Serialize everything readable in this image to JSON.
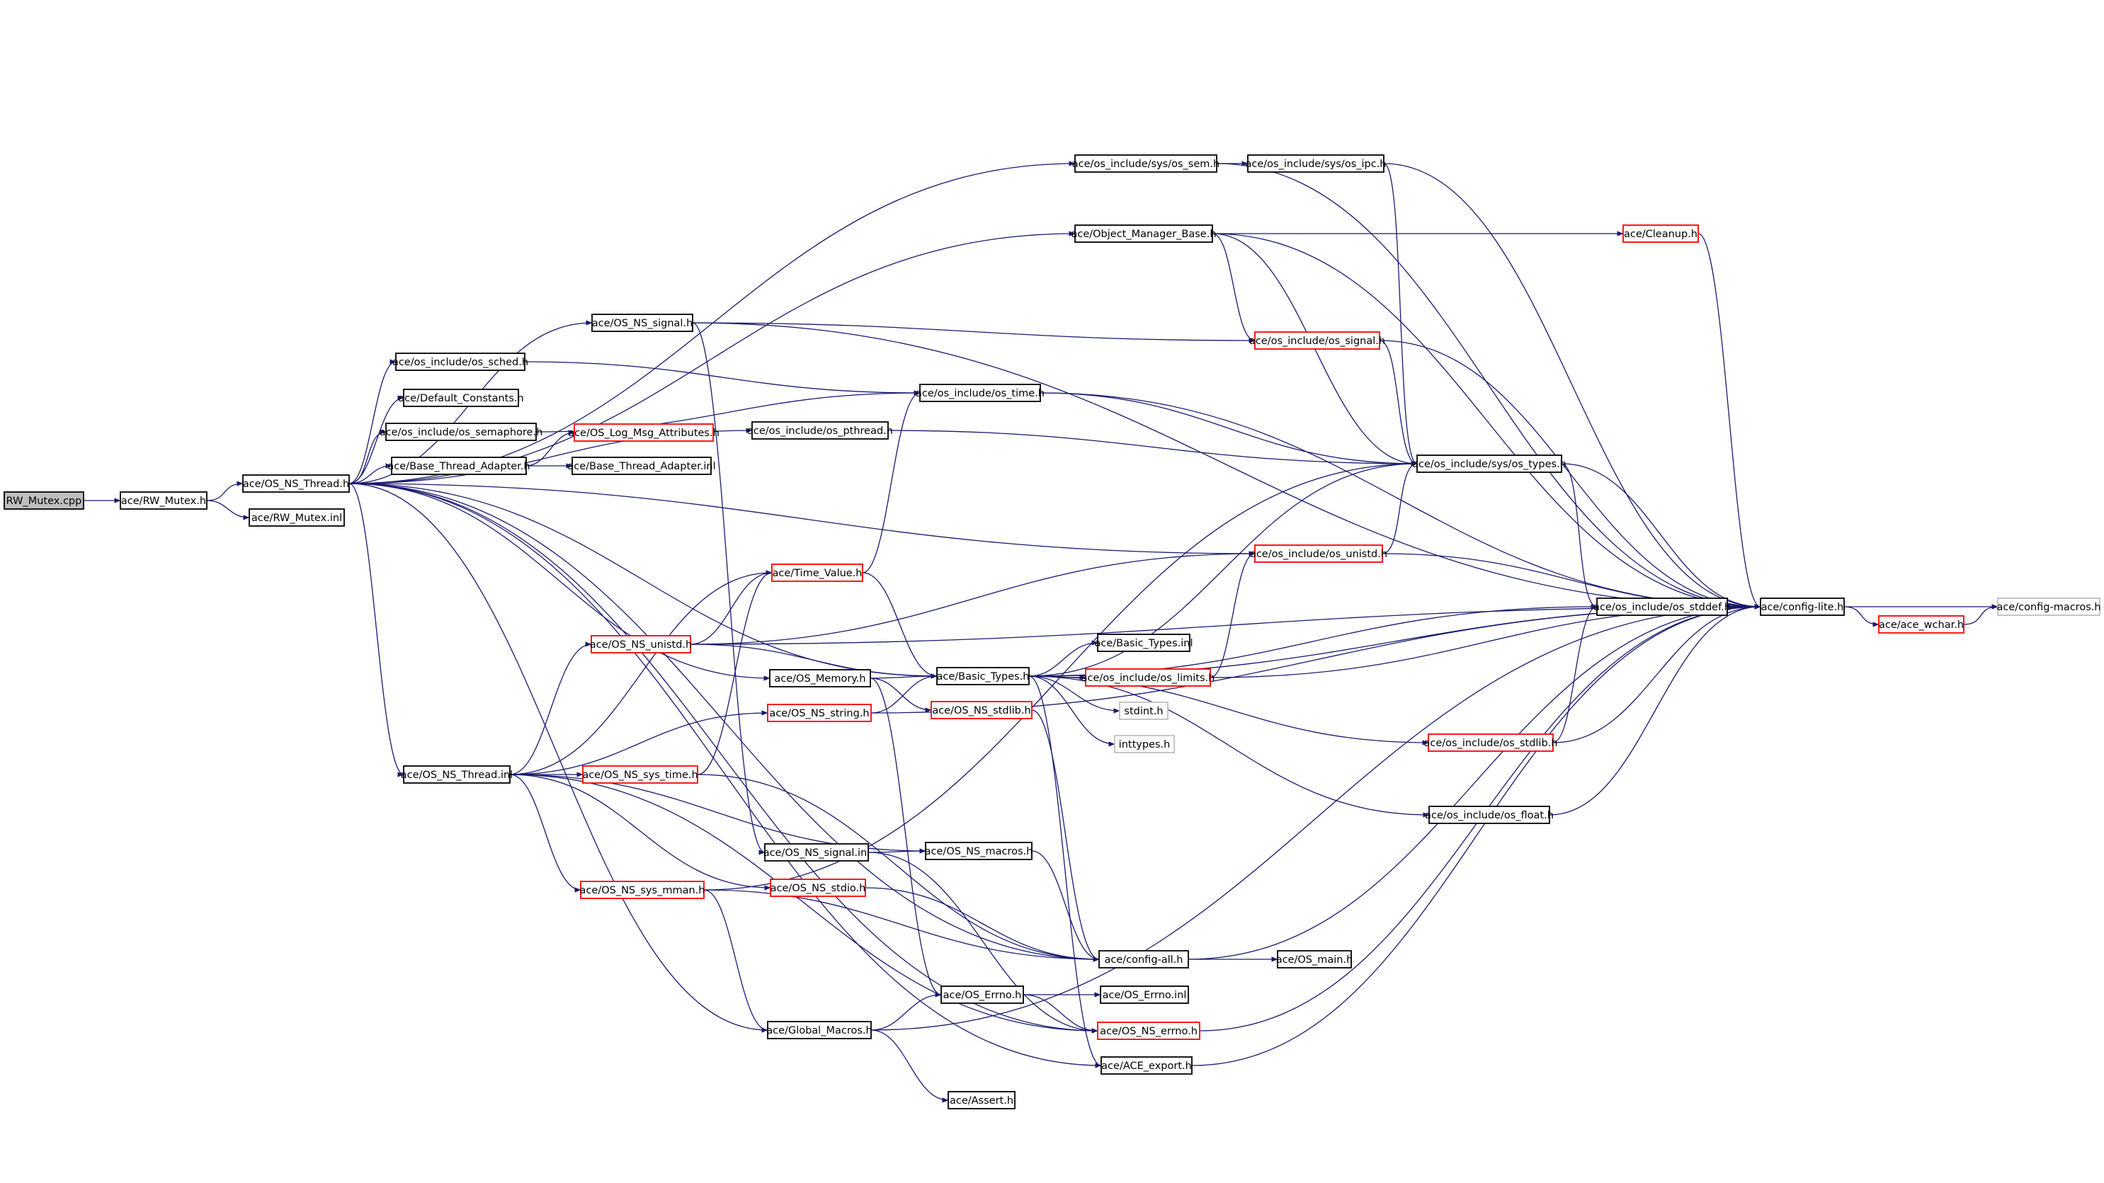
{
  "diagram": {
    "title": "",
    "colors": {
      "edge": "#191970",
      "root_fill": "#bfbfbf",
      "node_border": "#000000",
      "truncated_border": "#ff0000",
      "external_border": "#bfbfbf",
      "background": "#ffffff"
    },
    "nodes": [
      {
        "id": "rw_mutex_cpp",
        "label": "RW_Mutex.cpp",
        "kind": "root"
      },
      {
        "id": "rw_mutex_h",
        "label": "ace/RW_Mutex.h",
        "kind": "normal"
      },
      {
        "id": "os_ns_thread_h",
        "label": "ace/OS_NS_Thread.h",
        "kind": "normal"
      },
      {
        "id": "rw_mutex_inl",
        "label": "ace/RW_Mutex.inl",
        "kind": "normal"
      },
      {
        "id": "os_sched_h",
        "label": "ace/os_include/os_sched.h",
        "kind": "normal"
      },
      {
        "id": "default_constants_h",
        "label": "ace/Default_Constants.h",
        "kind": "normal"
      },
      {
        "id": "os_semaphore_h",
        "label": "ace/os_include/os_semaphore.h",
        "kind": "normal"
      },
      {
        "id": "base_thread_adapter_h",
        "label": "ace/Base_Thread_Adapter.h",
        "kind": "normal"
      },
      {
        "id": "os_log_msg_attributes_h",
        "label": "ace/OS_Log_Msg_Attributes.h",
        "kind": "truncated"
      },
      {
        "id": "base_thread_adapter_inl",
        "label": "ace/Base_Thread_Adapter.inl",
        "kind": "normal"
      },
      {
        "id": "os_ns_signal_h",
        "label": "ace/OS_NS_signal.h",
        "kind": "normal"
      },
      {
        "id": "os_pthread_h",
        "label": "ace/os_include/os_pthread.h",
        "kind": "normal"
      },
      {
        "id": "os_sem_h",
        "label": "ace/os_include/sys/os_sem.h",
        "kind": "normal"
      },
      {
        "id": "os_ipc_h",
        "label": "ace/os_include/sys/os_ipc.h",
        "kind": "normal"
      },
      {
        "id": "object_manager_base_h",
        "label": "ace/Object_Manager_Base.h",
        "kind": "normal"
      },
      {
        "id": "cleanup_h",
        "label": "ace/Cleanup.h",
        "kind": "truncated"
      },
      {
        "id": "os_signal_h",
        "label": "ace/os_include/os_signal.h",
        "kind": "truncated"
      },
      {
        "id": "os_time_h",
        "label": "ace/os_include/os_time.h",
        "kind": "normal"
      },
      {
        "id": "os_types_h",
        "label": "ace/os_include/sys/os_types.h",
        "kind": "normal"
      },
      {
        "id": "os_unistd_h",
        "label": "ace/os_include/os_unistd.h",
        "kind": "truncated"
      },
      {
        "id": "time_value_h",
        "label": "ace/Time_Value.h",
        "kind": "truncated"
      },
      {
        "id": "os_ns_unistd_h",
        "label": "ace/OS_NS_unistd.h",
        "kind": "truncated"
      },
      {
        "id": "os_memory_h",
        "label": "ace/OS_Memory.h",
        "kind": "normal"
      },
      {
        "id": "basic_types_h",
        "label": "ace/Basic_Types.h",
        "kind": "normal"
      },
      {
        "id": "basic_types_inl",
        "label": "ace/Basic_Types.inl",
        "kind": "normal"
      },
      {
        "id": "os_limits_h",
        "label": "ace/os_include/os_limits.h",
        "kind": "truncated"
      },
      {
        "id": "os_ns_stdlib_h",
        "label": "ace/OS_NS_stdlib.h",
        "kind": "truncated"
      },
      {
        "id": "stdint_h",
        "label": "stdint.h",
        "kind": "external"
      },
      {
        "id": "inttypes_h",
        "label": "inttypes.h",
        "kind": "external"
      },
      {
        "id": "os_ns_string_h",
        "label": "ace/OS_NS_string.h",
        "kind": "truncated"
      },
      {
        "id": "os_stddef_h",
        "label": "ace/os_include/os_stddef.h",
        "kind": "normal"
      },
      {
        "id": "config_lite_h",
        "label": "ace/config-lite.h",
        "kind": "normal"
      },
      {
        "id": "ace_wchar_h",
        "label": "ace/ace_wchar.h",
        "kind": "truncated"
      },
      {
        "id": "config_macros_h",
        "label": "ace/config-macros.h",
        "kind": "external"
      },
      {
        "id": "os_stdlib_h",
        "label": "ace/os_include/os_stdlib.h",
        "kind": "truncated"
      },
      {
        "id": "os_float_h",
        "label": "ace/os_include/os_float.h",
        "kind": "normal"
      },
      {
        "id": "os_ns_thread_inl",
        "label": "ace/OS_NS_Thread.inl",
        "kind": "normal"
      },
      {
        "id": "os_ns_sys_time_h",
        "label": "ace/OS_NS_sys_time.h",
        "kind": "truncated"
      },
      {
        "id": "os_ns_signal_inl",
        "label": "ace/OS_NS_signal.inl",
        "kind": "normal"
      },
      {
        "id": "os_ns_macros_h",
        "label": "ace/OS_NS_macros.h",
        "kind": "normal"
      },
      {
        "id": "os_ns_stdio_h",
        "label": "ace/OS_NS_stdio.h",
        "kind": "truncated"
      },
      {
        "id": "os_ns_sys_mman_h",
        "label": "ace/OS_NS_sys_mman.h",
        "kind": "truncated"
      },
      {
        "id": "config_all_h",
        "label": "ace/config-all.h",
        "kind": "normal"
      },
      {
        "id": "os_main_h",
        "label": "ace/OS_main.h",
        "kind": "normal"
      },
      {
        "id": "os_errno_h",
        "label": "ace/OS_Errno.h",
        "kind": "normal"
      },
      {
        "id": "os_errno_inl",
        "label": "ace/OS_Errno.inl",
        "kind": "normal"
      },
      {
        "id": "os_ns_errno_h",
        "label": "ace/OS_NS_errno.h",
        "kind": "truncated"
      },
      {
        "id": "global_macros_h",
        "label": "ace/Global_Macros.h",
        "kind": "normal"
      },
      {
        "id": "ace_export_h",
        "label": "ace/ACE_export.h",
        "kind": "normal"
      },
      {
        "id": "assert_h",
        "label": "ace/Assert.h",
        "kind": "normal"
      }
    ],
    "edges": [
      [
        "rw_mutex_cpp",
        "rw_mutex_h"
      ],
      [
        "rw_mutex_h",
        "os_ns_thread_h"
      ],
      [
        "rw_mutex_h",
        "rw_mutex_inl"
      ],
      [
        "os_ns_thread_h",
        "os_sem_h"
      ],
      [
        "os_ns_thread_h",
        "object_manager_base_h"
      ],
      [
        "os_ns_thread_h",
        "os_ns_signal_h"
      ],
      [
        "os_ns_thread_h",
        "os_sched_h"
      ],
      [
        "os_ns_thread_h",
        "default_constants_h"
      ],
      [
        "os_ns_thread_h",
        "os_semaphore_h"
      ],
      [
        "os_ns_thread_h",
        "base_thread_adapter_h"
      ],
      [
        "os_ns_thread_h",
        "os_pthread_h"
      ],
      [
        "os_ns_thread_h",
        "os_unistd_h"
      ],
      [
        "os_ns_thread_h",
        "basic_types_h"
      ],
      [
        "os_ns_thread_h",
        "os_memory_h"
      ],
      [
        "os_ns_thread_h",
        "os_ns_thread_inl"
      ],
      [
        "os_ns_thread_h",
        "config_all_h"
      ],
      [
        "os_ns_thread_h",
        "global_macros_h"
      ],
      [
        "os_ns_thread_h",
        "ace_export_h"
      ],
      [
        "os_ns_thread_h",
        "os_ns_errno_h"
      ],
      [
        "base_thread_adapter_h",
        "os_log_msg_attributes_h"
      ],
      [
        "base_thread_adapter_h",
        "base_thread_adapter_inl"
      ],
      [
        "os_sem_h",
        "os_ipc_h"
      ],
      [
        "os_sem_h",
        "config_lite_h"
      ],
      [
        "os_ipc_h",
        "os_types_h"
      ],
      [
        "os_ipc_h",
        "config_lite_h"
      ],
      [
        "object_manager_base_h",
        "cleanup_h"
      ],
      [
        "object_manager_base_h",
        "os_signal_h"
      ],
      [
        "object_manager_base_h",
        "os_types_h"
      ],
      [
        "object_manager_base_h",
        "config_lite_h"
      ],
      [
        "cleanup_h",
        "config_lite_h"
      ],
      [
        "os_ns_signal_h",
        "os_signal_h"
      ],
      [
        "os_ns_signal_h",
        "config_lite_h"
      ],
      [
        "os_ns_signal_h",
        "os_ns_signal_inl"
      ],
      [
        "os_signal_h",
        "os_types_h"
      ],
      [
        "os_signal_h",
        "config_lite_h"
      ],
      [
        "os_sched_h",
        "os_time_h"
      ],
      [
        "os_semaphore_h",
        "os_time_h"
      ],
      [
        "os_time_h",
        "os_types_h"
      ],
      [
        "os_time_h",
        "config_lite_h"
      ],
      [
        "os_pthread_h",
        "os_types_h"
      ],
      [
        "os_types_h",
        "os_stddef_h"
      ],
      [
        "os_types_h",
        "config_lite_h"
      ],
      [
        "os_unistd_h",
        "os_types_h"
      ],
      [
        "os_unistd_h",
        "config_lite_h"
      ],
      [
        "os_stddef_h",
        "config_lite_h"
      ],
      [
        "config_lite_h",
        "ace_wchar_h"
      ],
      [
        "config_lite_h",
        "config_macros_h"
      ],
      [
        "ace_wchar_h",
        "config_macros_h"
      ],
      [
        "time_value_h",
        "os_time_h"
      ],
      [
        "time_value_h",
        "basic_types_h"
      ],
      [
        "os_ns_unistd_h",
        "time_value_h"
      ],
      [
        "os_ns_unistd_h",
        "basic_types_h"
      ],
      [
        "os_ns_unistd_h",
        "os_unistd_h"
      ],
      [
        "os_ns_unistd_h",
        "config_lite_h"
      ],
      [
        "os_memory_h",
        "basic_types_h"
      ],
      [
        "os_memory_h",
        "os_ns_stdlib_h"
      ],
      [
        "os_memory_h",
        "os_errno_h"
      ],
      [
        "basic_types_h",
        "basic_types_inl"
      ],
      [
        "basic_types_h",
        "os_limits_h"
      ],
      [
        "basic_types_h",
        "stdint_h"
      ],
      [
        "basic_types_h",
        "inttypes_h"
      ],
      [
        "basic_types_h",
        "os_stddef_h"
      ],
      [
        "basic_types_h",
        "os_types_h"
      ],
      [
        "basic_types_h",
        "os_stdlib_h"
      ],
      [
        "basic_types_h",
        "os_float_h"
      ],
      [
        "basic_types_h",
        "config_lite_h"
      ],
      [
        "basic_types_h",
        "ace_export_h"
      ],
      [
        "os_limits_h",
        "os_unistd_h"
      ],
      [
        "os_limits_h",
        "config_lite_h"
      ],
      [
        "os_stdlib_h",
        "os_stddef_h"
      ],
      [
        "os_stdlib_h",
        "config_lite_h"
      ],
      [
        "os_float_h",
        "config_lite_h"
      ],
      [
        "os_ns_stdlib_h",
        "config_all_h"
      ],
      [
        "os_ns_string_h",
        "basic_types_h"
      ],
      [
        "os_ns_string_h",
        "config_lite_h"
      ],
      [
        "os_ns_thread_inl",
        "os_ns_unistd_h"
      ],
      [
        "os_ns_thread_inl",
        "time_value_h"
      ],
      [
        "os_ns_thread_inl",
        "os_ns_string_h"
      ],
      [
        "os_ns_thread_inl",
        "os_ns_sys_time_h"
      ],
      [
        "os_ns_thread_inl",
        "os_ns_macros_h"
      ],
      [
        "os_ns_thread_inl",
        "os_ns_stdio_h"
      ],
      [
        "os_ns_thread_inl",
        "os_ns_sys_mman_h"
      ],
      [
        "os_ns_thread_inl",
        "os_ns_errno_h"
      ],
      [
        "os_ns_sys_time_h",
        "time_value_h"
      ],
      [
        "os_ns_sys_time_h",
        "config_all_h"
      ],
      [
        "os_ns_signal_inl",
        "os_ns_macros_h"
      ],
      [
        "os_ns_signal_inl",
        "os_ns_errno_h"
      ],
      [
        "os_ns_macros_h",
        "config_all_h"
      ],
      [
        "os_ns_stdio_h",
        "config_all_h"
      ],
      [
        "os_ns_sys_mman_h",
        "os_types_h"
      ],
      [
        "os_ns_sys_mman_h",
        "config_all_h"
      ],
      [
        "os_ns_sys_mman_h",
        "global_macros_h"
      ],
      [
        "config_all_h",
        "os_main_h"
      ],
      [
        "config_all_h",
        "config_lite_h"
      ],
      [
        "os_errno_h",
        "os_errno_inl"
      ],
      [
        "os_errno_h",
        "os_ns_errno_h"
      ],
      [
        "os_ns_errno_h",
        "config_lite_h"
      ],
      [
        "global_macros_h",
        "os_errno_h"
      ],
      [
        "global_macros_h",
        "assert_h"
      ],
      [
        "global_macros_h",
        "config_lite_h"
      ],
      [
        "ace_export_h",
        "config_lite_h"
      ]
    ]
  }
}
